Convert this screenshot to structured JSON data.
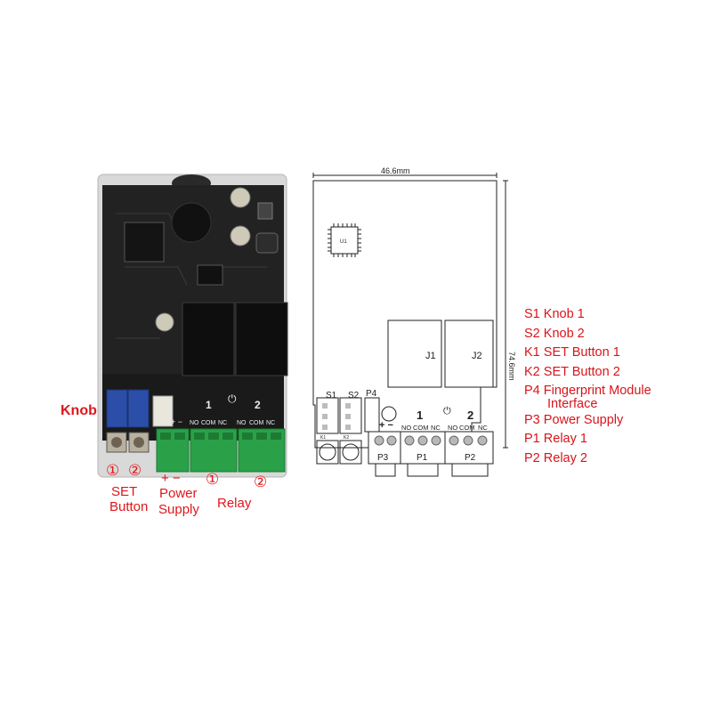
{
  "photo": {
    "knob_label": "Knob",
    "circle_labels": [
      "①",
      "②",
      "①",
      "②"
    ],
    "set_button_label_1": "SET",
    "set_button_label_2": "Button",
    "power_plus_minus": "+ −",
    "power_label_1": "Power",
    "power_label_2": "Supply",
    "relay_label": "Relay",
    "board_relay_nums": [
      "1",
      "2"
    ],
    "board_terminal_labels": [
      "NO",
      "COM",
      "NC",
      "NO",
      "COM",
      "NC"
    ],
    "board_power_signs": "+ −"
  },
  "drawing": {
    "width_dim": "46.6mm",
    "height_dim": "74.6mm",
    "chip_label": "U1",
    "relays": [
      "J1",
      "J2"
    ],
    "knobs": [
      "S1",
      "S2"
    ],
    "fp_connector": "P4",
    "power_signs": "+ −",
    "relay_nums": [
      "1",
      "2"
    ],
    "terminal_labels": [
      "NO",
      "COM",
      "NC",
      "NO",
      "COM",
      "NC"
    ],
    "ports": [
      "P3",
      "P1",
      "P2"
    ],
    "button_tags": [
      "K1",
      "K2"
    ]
  },
  "legend": {
    "items": [
      {
        "code": "S1",
        "text": "Knob 1"
      },
      {
        "code": "S2",
        "text": "Knob 2"
      },
      {
        "code": "K1",
        "text": "SET Button 1"
      },
      {
        "code": "K2",
        "text": "SET Button 2"
      },
      {
        "code": "P4",
        "text": "Fingerprint Module",
        "sub": "Interface"
      },
      {
        "code": "P3",
        "text": "Power Supply"
      },
      {
        "code": "P1",
        "text": "Relay 1"
      },
      {
        "code": "P2",
        "text": "Relay 2"
      }
    ]
  },
  "colors": {
    "callout_red": "#e0161b",
    "pcb": "#1f1f1f",
    "terminal_green": "#2aa148",
    "knob_blue": "#2b4fa8"
  }
}
